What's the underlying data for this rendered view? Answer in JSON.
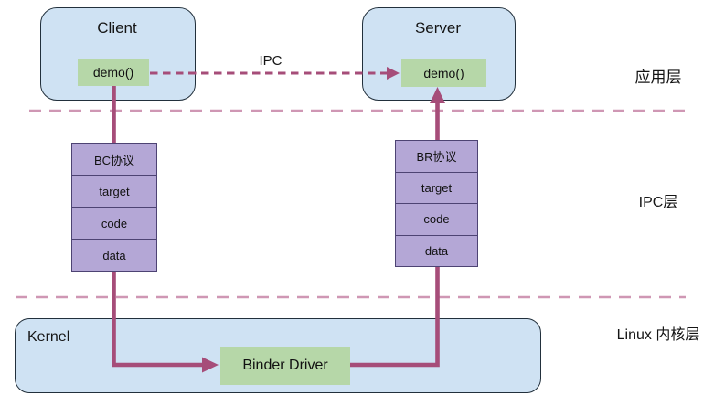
{
  "app_layer": {
    "label": "应用层",
    "client": {
      "title": "Client",
      "method": "demo()"
    },
    "server": {
      "title": "Server",
      "method": "demo()"
    },
    "ipc_arrow_label": "IPC"
  },
  "ipc_layer": {
    "label": "IPC层",
    "client_stack": [
      "BC协议",
      "target",
      "code",
      "data"
    ],
    "server_stack": [
      "BR协议",
      "target",
      "code",
      "data"
    ]
  },
  "kernel_layer": {
    "label": "Linux 内核层",
    "kernel_title": "Kernel",
    "binder_driver": "Binder Driver"
  },
  "colors": {
    "box_fill_blue": "#cfe2f3",
    "chip_fill_green": "#b6d7a8",
    "stack_fill_purple": "#b4a7d6",
    "flow_line": "#a64d79",
    "layer_divider": "#cf97b4",
    "box_border": "#22303c",
    "stack_border": "#4d4373"
  }
}
